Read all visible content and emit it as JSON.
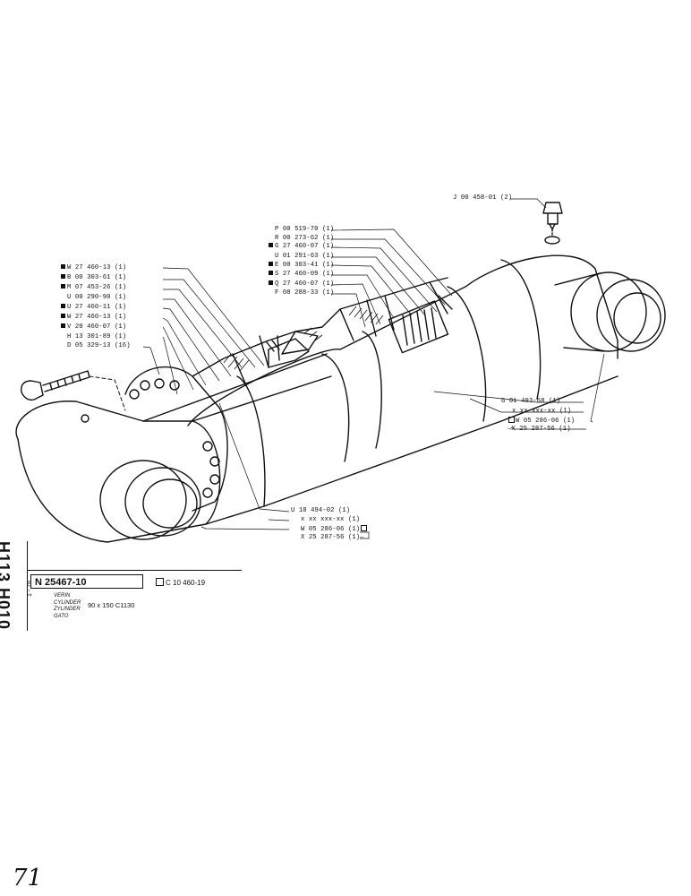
{
  "part_number": "N 25467-10",
  "reference": "C 10 460-19",
  "side_code": "H113 H010",
  "side_date": "1 - 78",
  "names": [
    "VERIN",
    "CYLINDER",
    "ZYLINDER",
    "GATO"
  ],
  "dimensions": "90 x 150 C1130",
  "page_number": "71",
  "callouts_left": [
    {
      "label": "W 27 460-13 (1)",
      "marker": true
    },
    {
      "label": "B 00 303-61 (1)",
      "marker": true
    },
    {
      "label": "M 07 453-26 (1)",
      "marker": true
    },
    {
      "label": "U 00 290-90 (1)",
      "marker": false
    },
    {
      "label": "U 27 460-11 (1)",
      "marker": true
    },
    {
      "label": "W 27 460-13 (1)",
      "marker": true
    },
    {
      "label": "V 20 460-07 (1)",
      "marker": true
    },
    {
      "label": "H 13 301-89 (1)",
      "marker": false
    },
    {
      "label": "D 05 329-13 (16)",
      "marker": false
    }
  ],
  "callouts_top": [
    {
      "label": "P 00 519-70 (1)",
      "marker": false
    },
    {
      "label": "R 00 273-62 (1)",
      "marker": false
    },
    {
      "label": "G 27 460-07 (1)",
      "marker": true
    },
    {
      "label": "U 01 291-63 (1)",
      "marker": false
    },
    {
      "label": "E 00 303-41 (1)",
      "marker": true
    },
    {
      "label": "S 27 460-09 (1)",
      "marker": true
    },
    {
      "label": "Q 27 460-07 (1)",
      "marker": true
    },
    {
      "label": "F 08 288-33 (1)",
      "marker": false
    }
  ],
  "callout_fitting": "J 00 458-01 (2)",
  "callouts_right": {
    "a": "G 01 493-68 (1)",
    "b": "x xx xxx-xx (1)",
    "c": "W 05 286-06 (1)",
    "d": "X 25 287-56 (1)"
  },
  "callouts_bottom": {
    "a": "U 18 494-02 (1)",
    "b": "x xx xxx-xx (1)",
    "c": "W 05 286-06 (1)",
    "d": "X 25 287-56 (1)"
  }
}
